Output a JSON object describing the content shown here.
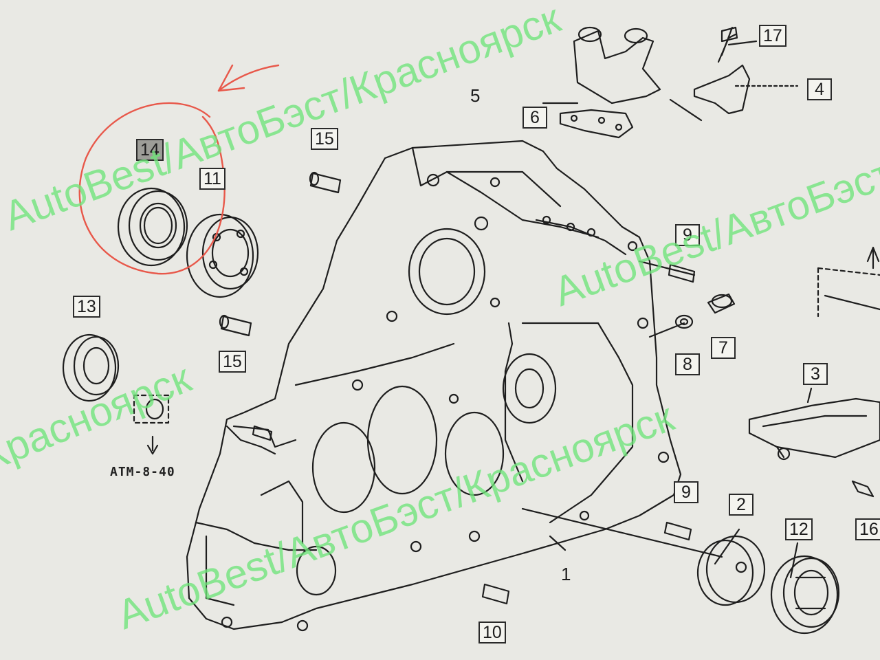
{
  "callouts": {
    "c1": "1",
    "c2": "2",
    "c3": "3",
    "c4": "4",
    "c5": "5",
    "c6": "6",
    "c7": "7",
    "c8": "8",
    "c9a": "9",
    "c9b": "9",
    "c10": "10",
    "c11": "11",
    "c12": "12",
    "c13": "13",
    "c14": "14",
    "c15a": "15",
    "c15b": "15",
    "c16": "16",
    "c17": "17"
  },
  "reference_label": "ATM-8-40",
  "watermark_text": "AutoBest/АвтоБэст/Красноярск",
  "watermark_partial": "Красноярск",
  "colors": {
    "highlight_circle": "#e8584a",
    "watermark": "#6fe57a",
    "highlighted_callout": "#9d9d98"
  }
}
